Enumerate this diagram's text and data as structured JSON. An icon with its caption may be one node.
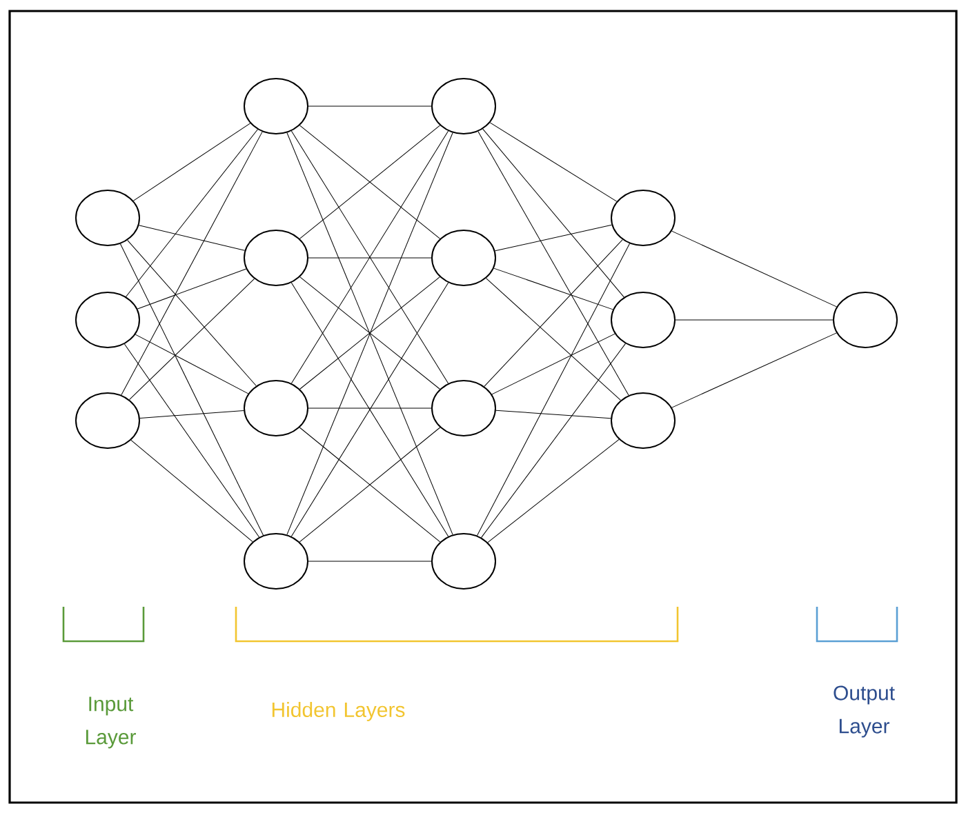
{
  "diagram": {
    "nodes": [
      {
        "text": [],
        "shape": "circle"
      },
      {
        "text": [],
        "shape": "circle"
      },
      {
        "text": [],
        "shape": "circle"
      },
      {
        "text": [],
        "shape": "circle"
      },
      {
        "text": [],
        "shape": "circle"
      },
      {
        "text": [],
        "shape": "circle"
      },
      {
        "text": [],
        "shape": "circle"
      },
      {
        "text": [],
        "shape": "circle"
      },
      {
        "text": [],
        "shape": "circle"
      },
      {
        "text": [],
        "shape": "circle"
      },
      {
        "text": [],
        "shape": "circle"
      },
      {
        "text": [],
        "shape": "circle"
      },
      {
        "text": [],
        "shape": "circle"
      },
      {
        "text": [],
        "shape": "circle"
      },
      {
        "text": [],
        "shape": "circle"
      }
    ],
    "edges": [
      {
        "from": 0,
        "to": 3,
        "arrow": "none"
      },
      {
        "from": 0,
        "to": 4,
        "arrow": "none"
      },
      {
        "from": 0,
        "to": 5,
        "arrow": "none"
      },
      {
        "from": 0,
        "to": 6,
        "arrow": "none"
      },
      {
        "from": 1,
        "to": 3,
        "arrow": "none"
      },
      {
        "from": 1,
        "to": 4,
        "arrow": "none"
      },
      {
        "from": 1,
        "to": 5,
        "arrow": "none"
      },
      {
        "from": 1,
        "to": 6,
        "arrow": "none"
      },
      {
        "from": 2,
        "to": 3,
        "arrow": "none"
      },
      {
        "from": 2,
        "to": 4,
        "arrow": "none"
      },
      {
        "from": 2,
        "to": 5,
        "arrow": "none"
      },
      {
        "from": 2,
        "to": 6,
        "arrow": "none"
      },
      {
        "from": 3,
        "to": 7,
        "arrow": "none"
      },
      {
        "from": 3,
        "to": 8,
        "arrow": "none"
      },
      {
        "from": 3,
        "to": 9,
        "arrow": "none"
      },
      {
        "from": 3,
        "to": 10,
        "arrow": "none"
      },
      {
        "from": 4,
        "to": 7,
        "arrow": "none"
      },
      {
        "from": 4,
        "to": 8,
        "arrow": "none"
      },
      {
        "from": 4,
        "to": 9,
        "arrow": "none"
      },
      {
        "from": 4,
        "to": 10,
        "arrow": "none"
      },
      {
        "from": 5,
        "to": 7,
        "arrow": "none"
      },
      {
        "from": 5,
        "to": 8,
        "arrow": "none"
      },
      {
        "from": 5,
        "to": 9,
        "arrow": "none"
      },
      {
        "from": 5,
        "to": 10,
        "arrow": "none"
      },
      {
        "from": 6,
        "to": 7,
        "arrow": "none"
      },
      {
        "from": 6,
        "to": 8,
        "arrow": "none"
      },
      {
        "from": 6,
        "to": 9,
        "arrow": "none"
      },
      {
        "from": 6,
        "to": 10,
        "arrow": "none"
      },
      {
        "from": 7,
        "to": 11,
        "arrow": "none"
      },
      {
        "from": 7,
        "to": 12,
        "arrow": "none"
      },
      {
        "from": 7,
        "to": 13,
        "arrow": "none"
      },
      {
        "from": 8,
        "to": 11,
        "arrow": "none"
      },
      {
        "from": 8,
        "to": 12,
        "arrow": "none"
      },
      {
        "from": 8,
        "to": 13,
        "arrow": "none"
      },
      {
        "from": 9,
        "to": 11,
        "arrow": "none"
      },
      {
        "from": 9,
        "to": 12,
        "arrow": "none"
      },
      {
        "from": 9,
        "to": 13,
        "arrow": "none"
      },
      {
        "from": 10,
        "to": 11,
        "arrow": "none"
      },
      {
        "from": 10,
        "to": 12,
        "arrow": "none"
      },
      {
        "from": 10,
        "to": 13,
        "arrow": "none"
      },
      {
        "from": 11,
        "to": 14,
        "arrow": "none"
      },
      {
        "from": 12,
        "to": 14,
        "arrow": "none"
      },
      {
        "from": 13,
        "to": 14,
        "arrow": "none"
      }
    ],
    "labels": [
      "Input Layer",
      "Hidden Layers",
      "Output Layer"
    ]
  }
}
